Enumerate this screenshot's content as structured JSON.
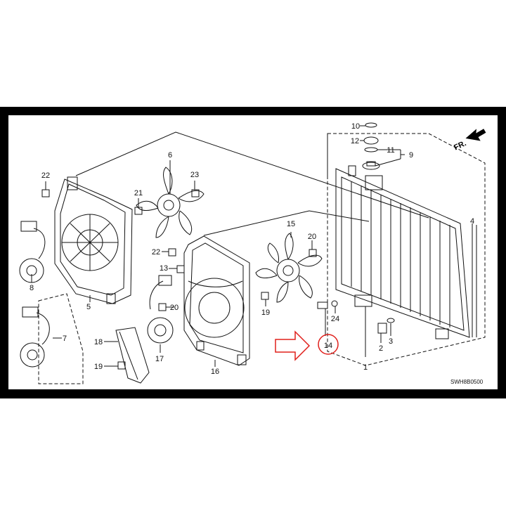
{
  "diagram": {
    "direction_label": "FR.",
    "drawing_code": "SWH8B0500",
    "highlight_color": "#e0201c",
    "ink_color": "#111111",
    "callouts": {
      "c1": "1",
      "c2": "2",
      "c3": "3",
      "c4": "4",
      "c5": "5",
      "c6": "6",
      "c7": "7",
      "c8": "8",
      "c9": "9",
      "c10": "10",
      "c11": "11",
      "c12": "12",
      "c13": "13",
      "c14": "14",
      "c15": "15",
      "c16": "16",
      "c17": "17",
      "c18": "18",
      "c19a": "19",
      "c19b": "19",
      "c20a": "20",
      "c20b": "20",
      "c21": "21",
      "c22a": "22",
      "c22b": "22",
      "c23": "23",
      "c24": "24"
    }
  }
}
